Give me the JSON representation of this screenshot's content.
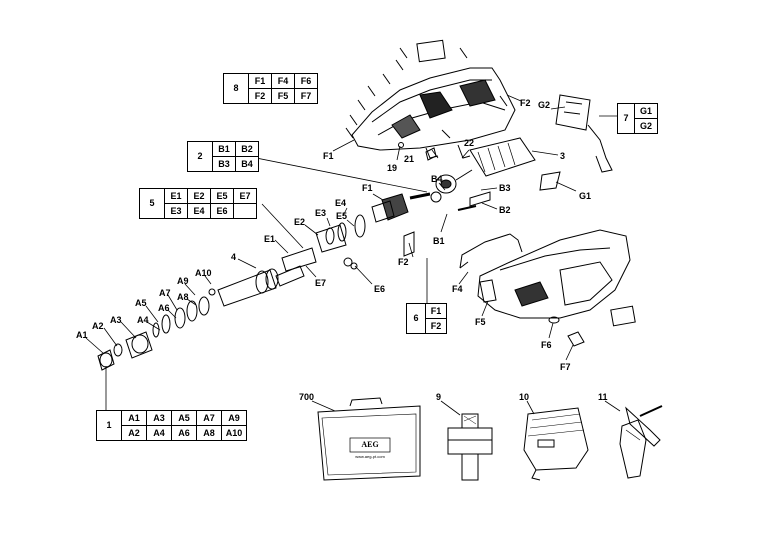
{
  "groups": {
    "g8": {
      "number": "8",
      "row1": [
        "F1",
        "F4",
        "F6"
      ],
      "row2": [
        "F2",
        "F5",
        "F7"
      ]
    },
    "g7": {
      "number": "7",
      "row1": [
        "G1"
      ],
      "row2": [
        "G2"
      ]
    },
    "g2": {
      "number": "2",
      "row1": [
        "B1",
        "B2"
      ],
      "row2": [
        "B3",
        "B4"
      ]
    },
    "g5": {
      "number": "5",
      "row1": [
        "E1",
        "E2",
        "E5",
        "E7"
      ],
      "row2": [
        "E3",
        "E4",
        "E6",
        ""
      ]
    },
    "g6": {
      "number": "6",
      "row1": [
        "F1"
      ],
      "row2": [
        "F2"
      ]
    },
    "g1": {
      "number": "1",
      "row1": [
        "A1",
        "A3",
        "A5",
        "A7",
        "A9"
      ],
      "row2": [
        "A2",
        "A4",
        "A6",
        "A8",
        "A10"
      ]
    }
  },
  "callouts": {
    "F1_top": "F1",
    "F2_top": "F2",
    "G2": "G2",
    "19": "19",
    "21": "21",
    "22": "22",
    "3": "3",
    "B4": "B4",
    "B3": "B3",
    "B2": "B2",
    "B1": "B1",
    "G1": "G1",
    "F1_mid": "F1",
    "E4": "E4",
    "E5": "E5",
    "E3": "E3",
    "E2": "E2",
    "E1": "E1",
    "E7": "E7",
    "E6": "E6",
    "F2_mid": "F2",
    "F4": "F4",
    "F5": "F5",
    "F6": "F6",
    "F7": "F7",
    "4": "4",
    "A10": "A10",
    "A9": "A9",
    "A8": "A8",
    "A7": "A7",
    "A6": "A6",
    "A5": "A5",
    "A4": "A4",
    "A3": "A3",
    "A2": "A2",
    "A1": "A1",
    "700": "700",
    "9": "9",
    "10": "10",
    "11": "11"
  },
  "case_brand": "AEG",
  "case_url": "www.aeg-pt.com"
}
